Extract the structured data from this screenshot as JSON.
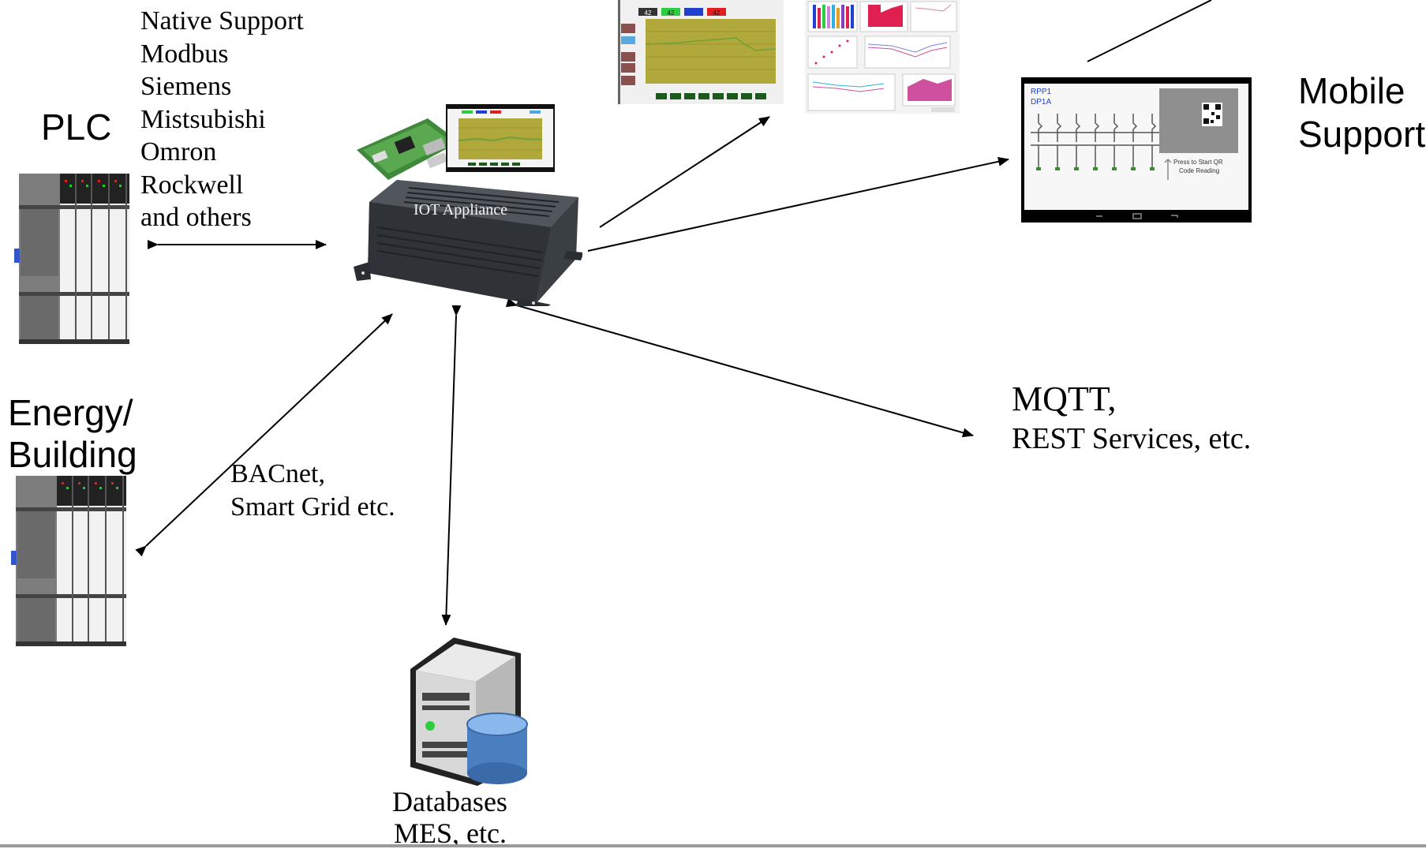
{
  "plc": {
    "title": "PLC",
    "protocols": [
      "Native Support",
      "Modbus",
      "Siemens",
      "Mistsubishi",
      "Omron",
      "Rockwell",
      "and others"
    ]
  },
  "energy": {
    "title_line1": "Energy/",
    "title_line2": "Building",
    "protocol_line1": "BACnet,",
    "protocol_line2": "Smart Grid etc."
  },
  "appliance": {
    "label": "IOT Appliance"
  },
  "mobile": {
    "title_line1": "Mobile",
    "title_line2": "Support",
    "screen_label1": "RPP1",
    "screen_label2": "DP1A",
    "qr_hint_line1": "Press to Start QR",
    "qr_hint_line2": "Code Reading"
  },
  "mqtt": {
    "line1": "MQTT,",
    "line2": "REST Services, etc."
  },
  "database": {
    "line1": "Databases",
    "line2": "MES, etc."
  },
  "thumb_values": [
    "42",
    "42",
    "",
    "42"
  ],
  "colors": {
    "device_gray": "#8a8a8a",
    "enclosure": "#3a3f44",
    "chart_bg": "#b0a83a",
    "db_blue": "#4a7fc0",
    "badge_green": "#2ecc40",
    "badge_blue": "#2040d0",
    "badge_red": "#e02020",
    "bar_pink": "#e02050",
    "area_magenta": "#d050a0"
  }
}
